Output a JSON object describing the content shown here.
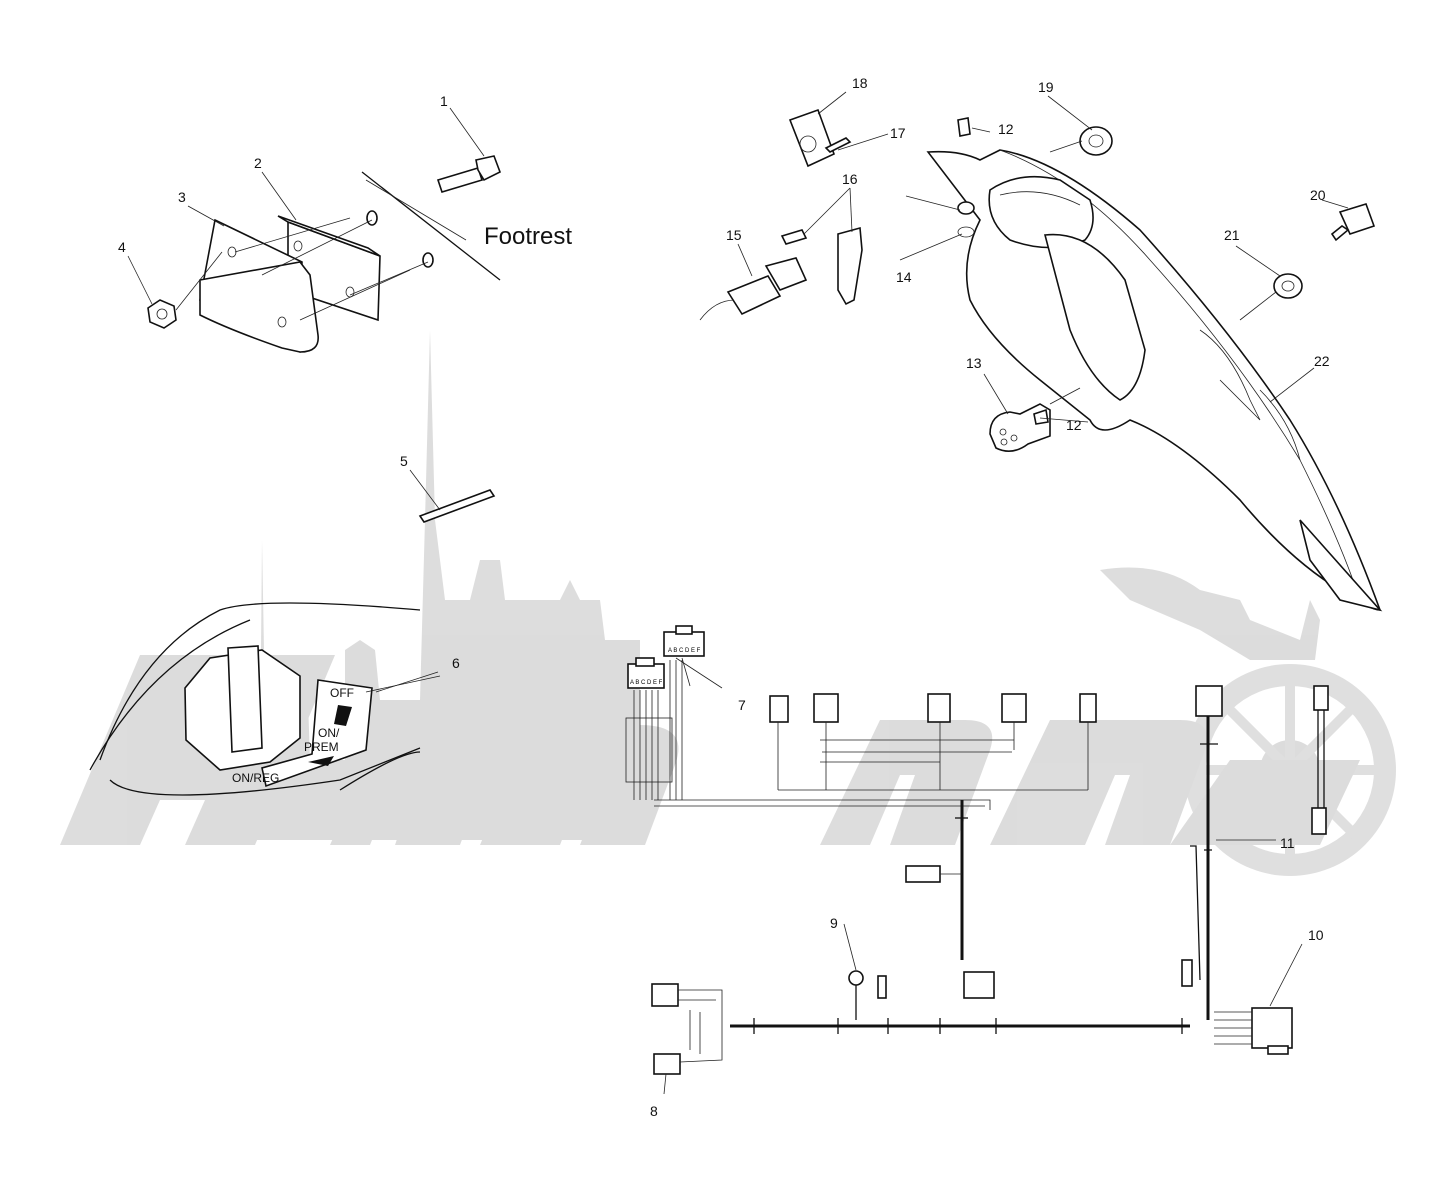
{
  "callouts": [
    {
      "id": "1",
      "text": "1"
    },
    {
      "id": "2",
      "text": "2"
    },
    {
      "id": "3",
      "text": "3"
    },
    {
      "id": "4",
      "text": "4"
    },
    {
      "id": "5",
      "text": "5"
    },
    {
      "id": "6",
      "text": "6"
    },
    {
      "id": "7",
      "text": "7"
    },
    {
      "id": "8",
      "text": "8"
    },
    {
      "id": "9",
      "text": "9"
    },
    {
      "id": "10",
      "text": "10"
    },
    {
      "id": "11",
      "text": "11"
    },
    {
      "id": "12a",
      "text": "12"
    },
    {
      "id": "12b",
      "text": "12"
    },
    {
      "id": "13",
      "text": "13"
    },
    {
      "id": "14",
      "text": "14"
    },
    {
      "id": "15",
      "text": "15"
    },
    {
      "id": "16",
      "text": "16"
    },
    {
      "id": "17",
      "text": "17"
    },
    {
      "id": "18",
      "text": "18"
    },
    {
      "id": "19",
      "text": "19"
    },
    {
      "id": "20",
      "text": "20"
    },
    {
      "id": "21",
      "text": "21"
    },
    {
      "id": "22",
      "text": "22"
    }
  ],
  "footrest_label": "Footrest",
  "switch_labels": {
    "off": "OFF",
    "on_prem_1": "ON/",
    "on_prem_2": "PREM",
    "on_reg": "ON/REG"
  },
  "connector_letters": "A B C D E F"
}
